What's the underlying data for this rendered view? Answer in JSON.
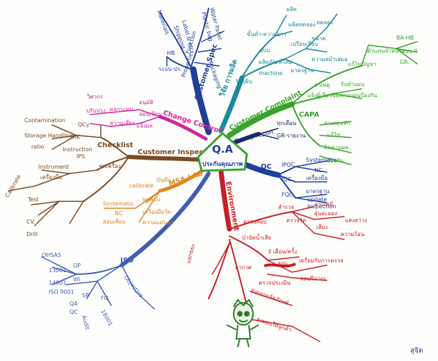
{
  "center": {
    "title": "Q.A",
    "subtitle": "ประกันคุณภาพ"
  },
  "colors": {
    "blue": "#1f3f9a",
    "teal": "#1c8a9c",
    "green": "#3aa32e",
    "navy": "#1a2a6c",
    "red": "#c81e24",
    "magenta": "#d0289a",
    "brown": "#7a4a22",
    "orange": "#e0861c",
    "violet": "#3f5fb0",
    "mascot": "#2f7a2a"
  },
  "branches": {
    "customer_spec": {
      "label": "Customer Spec",
      "items": [
        "Water Pallet",
        "Plastic bag",
        "Packaging",
        "Label & etc.",
        "Shipping",
        "Materials",
        "HB",
        "ระบบ-ปร.",
        "Function",
        "Properties"
      ]
    },
    "research": {
      "label": "วิจัย การผลิต",
      "items": [
        "ขั้นต่ำ-ความยาว",
        "วัตถุดิบ",
        "แบบ",
        "ผลิตภัณฑ์ใหม่",
        "ผลิต",
        "ผลิตทดลอง",
        "เปรียบเทียบ",
        "machine",
        "ขนาด",
        "ความสม่ำเสมอ",
        "ทดลอง",
        "มาตรฐาน"
      ]
    },
    "complaint": {
      "label": "Customer Complaint",
      "items": [
        "BA-HB",
        "ตัวแทนจำหน่าย",
        "ระบบ-II",
        "GR.",
        "สาเหตุ",
        "แก้ไขปัญหา",
        "รับทำแผน",
        "แจ้งผู้เกี่ยวข้อง",
        "วางแผนป้องกัน",
        "CAPA",
        "สาเหตุหลัก",
        "แก้ไข",
        "ป้องกัน",
        "ติดตามผล"
      ]
    },
    "quality_report": {
      "label": "Quality Report",
      "items": [
        "ทุกเดือน",
        "GR-รายงาน"
      ]
    },
    "qc": {
      "label": "QC",
      "items": [
        "IPQC",
        "Systematic",
        "NC",
        "เครื่องมือ",
        "มาตรฐาน",
        "update",
        "IQC",
        "FQC",
        "Inspection"
      ]
    },
    "environment": {
      "label": "Environment",
      "items": [
        "ตรวจสอบ",
        "สำรวจ",
        "ตรวจวัด",
        "สารเคมี",
        "ฝุ่นละออง",
        "เสียง",
        "แสงสว่าง",
        "ความร้อน",
        "บำบัดน้ำเสีย",
        "3 เดือน/ครั้ง",
        "ขยะ",
        "อากาศ",
        "ตรวจประเมิน",
        "เตรียมรับการตรวจ",
        "แยกขยะ",
        "ลดปริมาณ",
        "ส่งออกผลิตภัณฑ์",
        "ส่งมอบให้ลูกค้า"
      ]
    },
    "iso": {
      "label": "ISO",
      "items": [
        "QP",
        "WI",
        "SP",
        "FO",
        "Objective",
        "13001",
        "14001",
        "OHSAS",
        "ISO 9001",
        "QA",
        "QC",
        "18001",
        "Audit"
      ]
    },
    "msa_lab": {
      "label": "MSA-LAB",
      "items": [
        "Systematic",
        "NC",
        "calibrate",
        "ทดสอบ",
        "เครื่องมือวัด",
        "ความแม่นยำ",
        "บันทึก",
        "สอบเทียบ"
      ]
    },
    "customer_inspect": {
      "label": "Customer Inspect",
      "items": [
        "Checklist",
        "Contamination",
        "Storage Handling",
        "ratio",
        "Instrument",
        "เครื่องมือ",
        "Calibrate",
        "ชุดเครื่อง",
        "Test",
        "Instruction",
        "CV.",
        "Drill",
        "QCy",
        "HK",
        "IPS"
      ]
    },
    "change_control": {
      "label": "Change Control",
      "items": [
        "วิศวกร",
        "ปรับปรุง",
        "อนุมัติ",
        "สอบเทียบ",
        "ผลกระทบ",
        "ความเสี่ยง",
        "แจ้งผล"
      ]
    }
  },
  "signature": "สุจิต"
}
